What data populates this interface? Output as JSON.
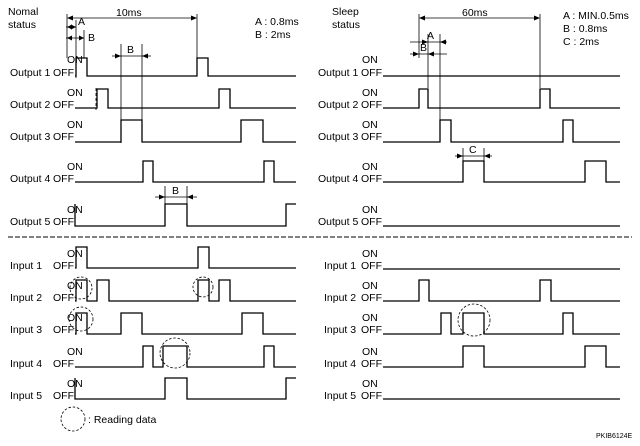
{
  "normal": {
    "status_label_line1": "Nomal",
    "status_label_line2": "status",
    "period": "10ms",
    "dim_a": "A",
    "dim_b": "B",
    "legend_a": "A : 0.8ms",
    "legend_b": "B : 2ms",
    "outputs": [
      {
        "name": "Output 1"
      },
      {
        "name": "Output 2"
      },
      {
        "name": "Output 3"
      },
      {
        "name": "Output 4"
      },
      {
        "name": "Output 5"
      }
    ],
    "inputs": [
      {
        "name": "Input 1"
      },
      {
        "name": "Input 2"
      },
      {
        "name": "Input 3"
      },
      {
        "name": "Input 4"
      },
      {
        "name": "Input 5"
      }
    ]
  },
  "sleep": {
    "status_label_line1": "Sleep",
    "status_label_line2": "status",
    "period": "60ms",
    "dim_a": "A",
    "dim_b": "B",
    "dim_c": "C",
    "legend_a": "A : MIN.0.5ms",
    "legend_b": "B : 0.8ms",
    "legend_c": "C : 2ms",
    "outputs": [
      {
        "name": "Output 1"
      },
      {
        "name": "Output 2"
      },
      {
        "name": "Output 3"
      },
      {
        "name": "Output 4"
      },
      {
        "name": "Output 5"
      }
    ],
    "inputs": [
      {
        "name": "Input 1"
      },
      {
        "name": "Input 2"
      },
      {
        "name": "Input 3"
      },
      {
        "name": "Input 4"
      },
      {
        "name": "Input 5"
      }
    ]
  },
  "state_on": "ON",
  "state_off": "OFF",
  "reading_legend": ": Reading data",
  "figure_id": "PKIB6124E"
}
